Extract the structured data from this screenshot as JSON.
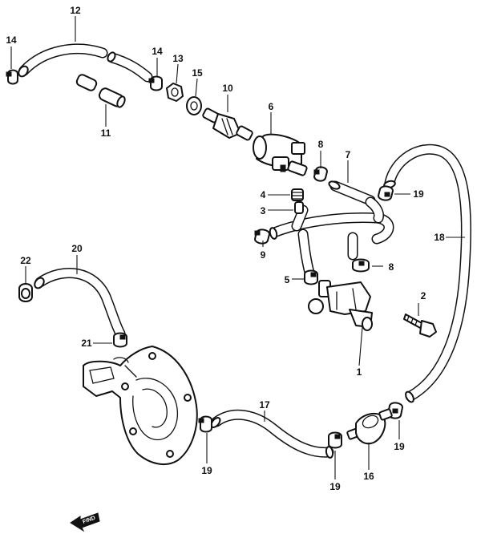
{
  "diagram": {
    "callouts": [
      "1",
      "2",
      "3",
      "4",
      "5",
      "6",
      "7",
      "8",
      "8",
      "9",
      "10",
      "11",
      "12",
      "13",
      "14",
      "14",
      "15",
      "16",
      "17",
      "18",
      "19",
      "19",
      "19",
      "19",
      "20",
      "21",
      "22"
    ],
    "find_label": "FIND"
  }
}
